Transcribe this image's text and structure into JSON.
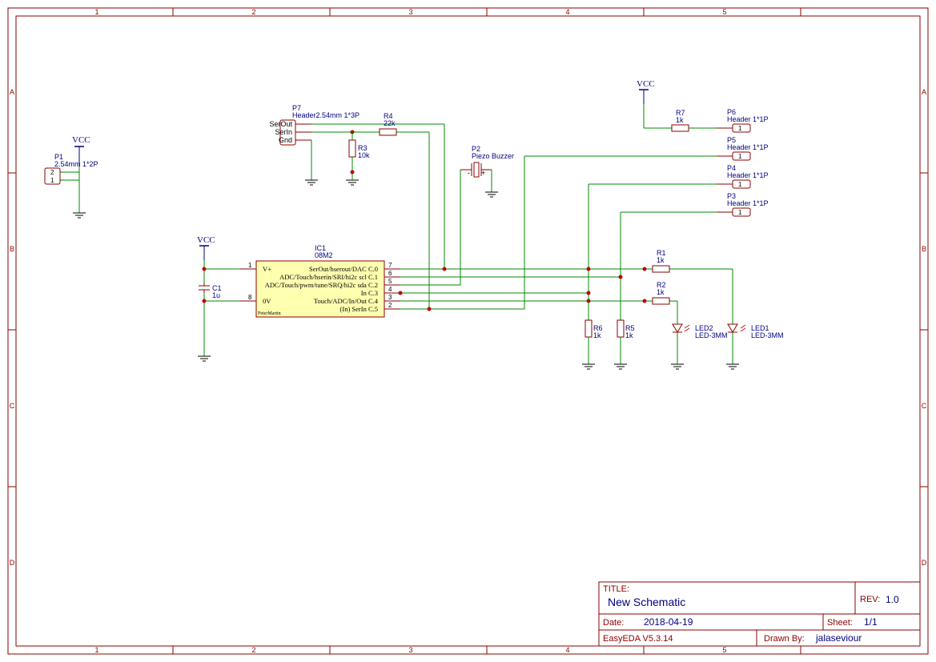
{
  "frame": {
    "columns": [
      "1",
      "2",
      "3",
      "4",
      "5"
    ],
    "rows": [
      "A",
      "B",
      "C",
      "D"
    ]
  },
  "title_block": {
    "title_label": "TITLE:",
    "title": "New Schematic",
    "rev_label": "REV:",
    "rev": "1.0",
    "date_label": "Date:",
    "date": "2018-04-19",
    "sheet_label": "Sheet:",
    "sheet": "1/1",
    "software": "EasyEDA V5.3.14",
    "drawn_label": "Drawn By:",
    "drawn_by": "jalaseviour"
  },
  "power": {
    "vcc": "VCC"
  },
  "components": {
    "p1": {
      "ref": "P1",
      "value": "2.54mm 1*2P",
      "pins": [
        "2",
        "1"
      ]
    },
    "p7": {
      "ref": "P7",
      "value": "Header2.54mm 1*3P",
      "pins": [
        "SerOut",
        "SerIn",
        "Gnd"
      ]
    },
    "r4": {
      "ref": "R4",
      "value": "22k"
    },
    "r3": {
      "ref": "R3",
      "value": "10k"
    },
    "p2": {
      "ref": "P2",
      "value": "Piezo Buzzer",
      "minus": "-",
      "plus": "+"
    },
    "r7": {
      "ref": "R7",
      "value": "1k"
    },
    "p6": {
      "ref": "P6",
      "value": "Header 1*1P",
      "pin": "1"
    },
    "p5": {
      "ref": "P5",
      "value": "Header 1*1P",
      "pin": "1"
    },
    "p4": {
      "ref": "P4",
      "value": "Header 1*1P",
      "pin": "1"
    },
    "p3": {
      "ref": "P3",
      "value": "Header 1*1P",
      "pin": "1"
    },
    "c1": {
      "ref": "C1",
      "value": "1u"
    },
    "ic1": {
      "ref": "IC1",
      "value": "08M2",
      "left_pins": [
        {
          "num": "1",
          "name": "V+"
        },
        {
          "num": "8",
          "name": "0V"
        }
      ],
      "right_pins": [
        {
          "num": "7",
          "name": "SerOut/hserout/DAC C.0"
        },
        {
          "num": "6",
          "name": "ADC/Touch/hserin/SRI/hi2c scl C.1"
        },
        {
          "num": "5",
          "name": "ADC/Touch/pwm/tune/SRQ/hi2c sda C.2"
        },
        {
          "num": "4",
          "name": "In C.3"
        },
        {
          "num": "3",
          "name": "Touch/ADC/In/Out C.4"
        },
        {
          "num": "2",
          "name": "(In) SerIn C.5"
        }
      ],
      "author": "PeterMartin"
    },
    "r1": {
      "ref": "R1",
      "value": "1k"
    },
    "r2": {
      "ref": "R2",
      "value": "1k"
    },
    "r6": {
      "ref": "R6",
      "value": "1k"
    },
    "r5": {
      "ref": "R5",
      "value": "1k"
    },
    "led2": {
      "ref": "LED2",
      "value": "LED-3MM"
    },
    "led1": {
      "ref": "LED1",
      "value": "LED-3MM"
    }
  }
}
